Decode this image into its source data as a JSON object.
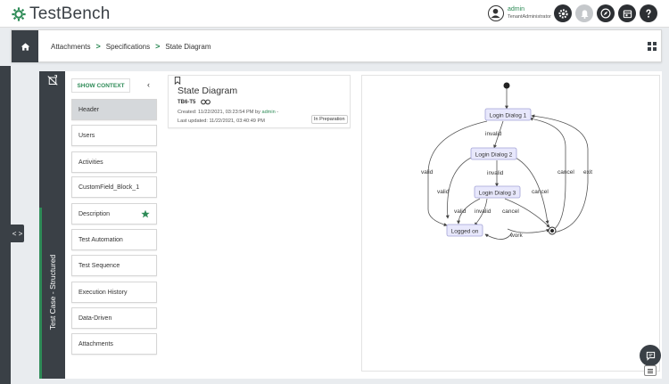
{
  "app": {
    "name": "TestBench"
  },
  "user": {
    "name": "admin",
    "role": "TenantAdministrator"
  },
  "toolbar_icons": [
    "gear-icon",
    "bell-icon",
    "compass-icon",
    "calendar-icon",
    "help-icon"
  ],
  "breadcrumb": [
    "Attachments",
    "Specifications",
    "State Diagram"
  ],
  "side_strip": {
    "label": "Test Case - Structured"
  },
  "nav": {
    "show_context_label": "SHOW CONTEXT",
    "items": [
      {
        "label": "Header",
        "active": true
      },
      {
        "label": "Users"
      },
      {
        "label": "Activities"
      },
      {
        "label": "CustomField_Block_1"
      },
      {
        "label": "Description",
        "starred": true
      },
      {
        "label": "Test Automation"
      },
      {
        "label": "Test Sequence"
      },
      {
        "label": "Execution History"
      },
      {
        "label": "Data-Driven"
      },
      {
        "label": "Attachments"
      }
    ]
  },
  "item": {
    "title": "State Diagram",
    "id": "TB6-T5",
    "created_prefix": "Created: 11/22/2021, 03:23:54 PM by",
    "created_by": "admin",
    "created_suffix": "-",
    "updated": "Last updated: 11/22/2021, 03:40:49 PM",
    "status": "In Preparation"
  },
  "diagram": {
    "states": [
      "Login Dialog 1",
      "Login Dialog 2",
      "Login Dialog 3",
      "Logged on"
    ],
    "edge_labels": {
      "invalid_1": "invalid",
      "invalid_2": "invalid",
      "invalid_3": "invalid",
      "valid_1": "valid",
      "valid_2": "valid",
      "valid_3": "valid",
      "cancel_1": "cancel",
      "cancel_2": "cancel",
      "cancel_3": "cancel",
      "exit": "exit",
      "work": "work"
    }
  },
  "colors": {
    "accent": "#2e8b57",
    "dark": "#3a4046",
    "state_fill": "#e8e8fc",
    "state_stroke": "#a3a3d6"
  }
}
